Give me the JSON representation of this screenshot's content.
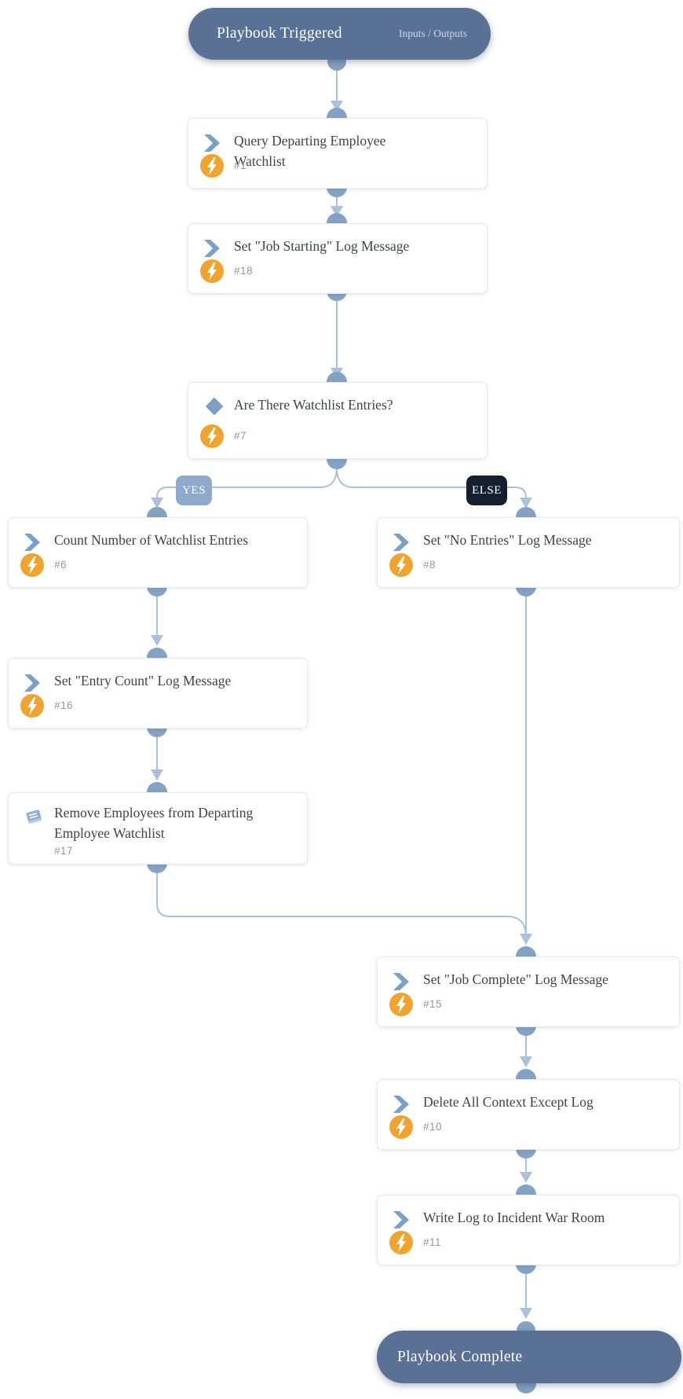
{
  "start_node": {
    "title": "Playbook Triggered",
    "io_label": "Inputs / Outputs"
  },
  "end_node": {
    "title": "Playbook Complete"
  },
  "branches": {
    "yes": "YES",
    "else": "ELSE"
  },
  "nodes": [
    {
      "id": "#1",
      "title": "Query Departing Employee Watchlist",
      "type": "task"
    },
    {
      "id": "#18",
      "title": "Set \"Job Starting\" Log Message",
      "type": "task"
    },
    {
      "id": "#7",
      "title": "Are There Watchlist Entries?",
      "type": "condition"
    },
    {
      "id": "#6",
      "title": "Count Number of Watchlist Entries",
      "type": "task"
    },
    {
      "id": "#8",
      "title": "Set \"No Entries\" Log Message",
      "type": "task"
    },
    {
      "id": "#16",
      "title": "Set \"Entry Count\" Log Message",
      "type": "task"
    },
    {
      "id": "#17",
      "title": "Remove Employees from Departing Employee Watchlist",
      "type": "sub-playbook"
    },
    {
      "id": "#15",
      "title": "Set \"Job Complete\" Log Message",
      "type": "task"
    },
    {
      "id": "#10",
      "title": "Delete All Context Except Log",
      "type": "task"
    },
    {
      "id": "#11",
      "title": "Write Log to Incident War Room",
      "type": "task"
    }
  ],
  "icons": {
    "task": "chevron-right-icon",
    "condition": "diamond-icon",
    "sub-playbook": "book-icon",
    "automation": "lightning-icon"
  },
  "colors": {
    "pill": "#5a7196",
    "line": "#abc1da",
    "port": "#84a2c4",
    "yes_badge": "#8ea9c9",
    "else_badge": "#15202e",
    "bolt": "#f0a42f",
    "icon_blue": "#79a0c9"
  }
}
